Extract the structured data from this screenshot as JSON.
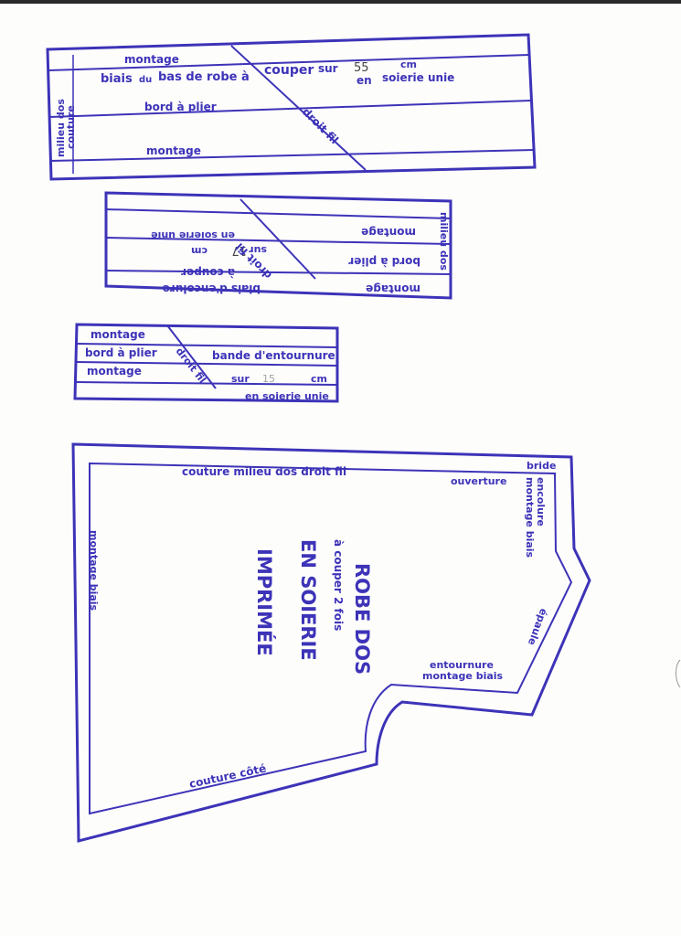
{
  "strip1": {
    "montage_top": "montage",
    "title_a": "biais",
    "title_b": "du",
    "title_c": "bas de robe à",
    "couper": "couper",
    "sur": "sur",
    "length": "55",
    "cm": "cm",
    "en": "en",
    "fabric": "soierie unie",
    "bord": "bord à plier",
    "droit_fil": "droit fil",
    "milieu": "milieu dos",
    "couture": "couture",
    "montage_bottom": "montage"
  },
  "strip2": {
    "title": "biais d'encolure",
    "a_couper": "à couper",
    "sur": "sur",
    "length": "17",
    "cm": "cm",
    "fabric": "en soierie unie",
    "droit_fil": "droit fil",
    "montage_inner": "montage",
    "bord": "bord à plier",
    "milieu": "milieu dos",
    "montage_bottom": "montage"
  },
  "strip3": {
    "montage_top": "montage",
    "bord": "bord à plier",
    "bande": "bande d'entournure",
    "montage_mid": "montage",
    "droit_fil": "droit fil",
    "sur": "sur",
    "length": "15",
    "cm": "cm",
    "fabric": "en soierie unie"
  },
  "back": {
    "couture_milieu": "couture milieu dos droit fil",
    "ouverture": "ouverture",
    "bride": "bride",
    "encolure": "encolure",
    "montage_biais_neck": "montage biais",
    "epaule": "épaule",
    "entournure": "entournure",
    "montage_biais_arm": "montage biais",
    "montage_biais_left": "montage biais",
    "couture_cote": "couture côté",
    "title1": "ROBE DOS",
    "title2": "à couper 2 fois",
    "title3": "EN SOIERIE",
    "title4": "IMPRIMÉE"
  },
  "colors": {
    "ink": "#3d33b8",
    "paper": "#fdfdfc"
  }
}
